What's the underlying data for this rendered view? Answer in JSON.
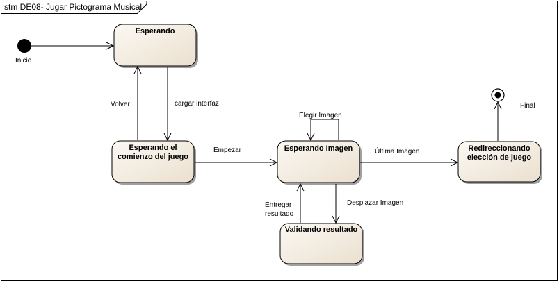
{
  "diagram": {
    "frame_title": "stm DE08- Jugar Pictograma Musical",
    "colors": {
      "state_fill_light": "#fbf8f3",
      "state_fill_dark": "#ebe0cf",
      "border": "#000000",
      "shadow": "#a0a0a0"
    },
    "initial": {
      "label": "Inicio"
    },
    "final": {
      "label": "Final"
    },
    "states": {
      "esperando": {
        "lines": [
          "Esperando"
        ]
      },
      "comienzo": {
        "lines": [
          "Esperando el",
          "comienzo del juego"
        ]
      },
      "imagen": {
        "lines": [
          "Esperando Imagen"
        ]
      },
      "validando": {
        "lines": [
          "Validando resultado"
        ]
      },
      "redireccionando": {
        "lines": [
          "Redireccionando",
          "elección de juego"
        ]
      }
    },
    "transitions": {
      "volver": "Volver",
      "cargar": "cargar interfaz",
      "empezar": "Empezar",
      "elegir": "Elegir Imagen",
      "ultima": "Última Imagen",
      "entregar": [
        "Entregar",
        "resultado"
      ],
      "desplazar": "Desplazar Imagen"
    }
  }
}
